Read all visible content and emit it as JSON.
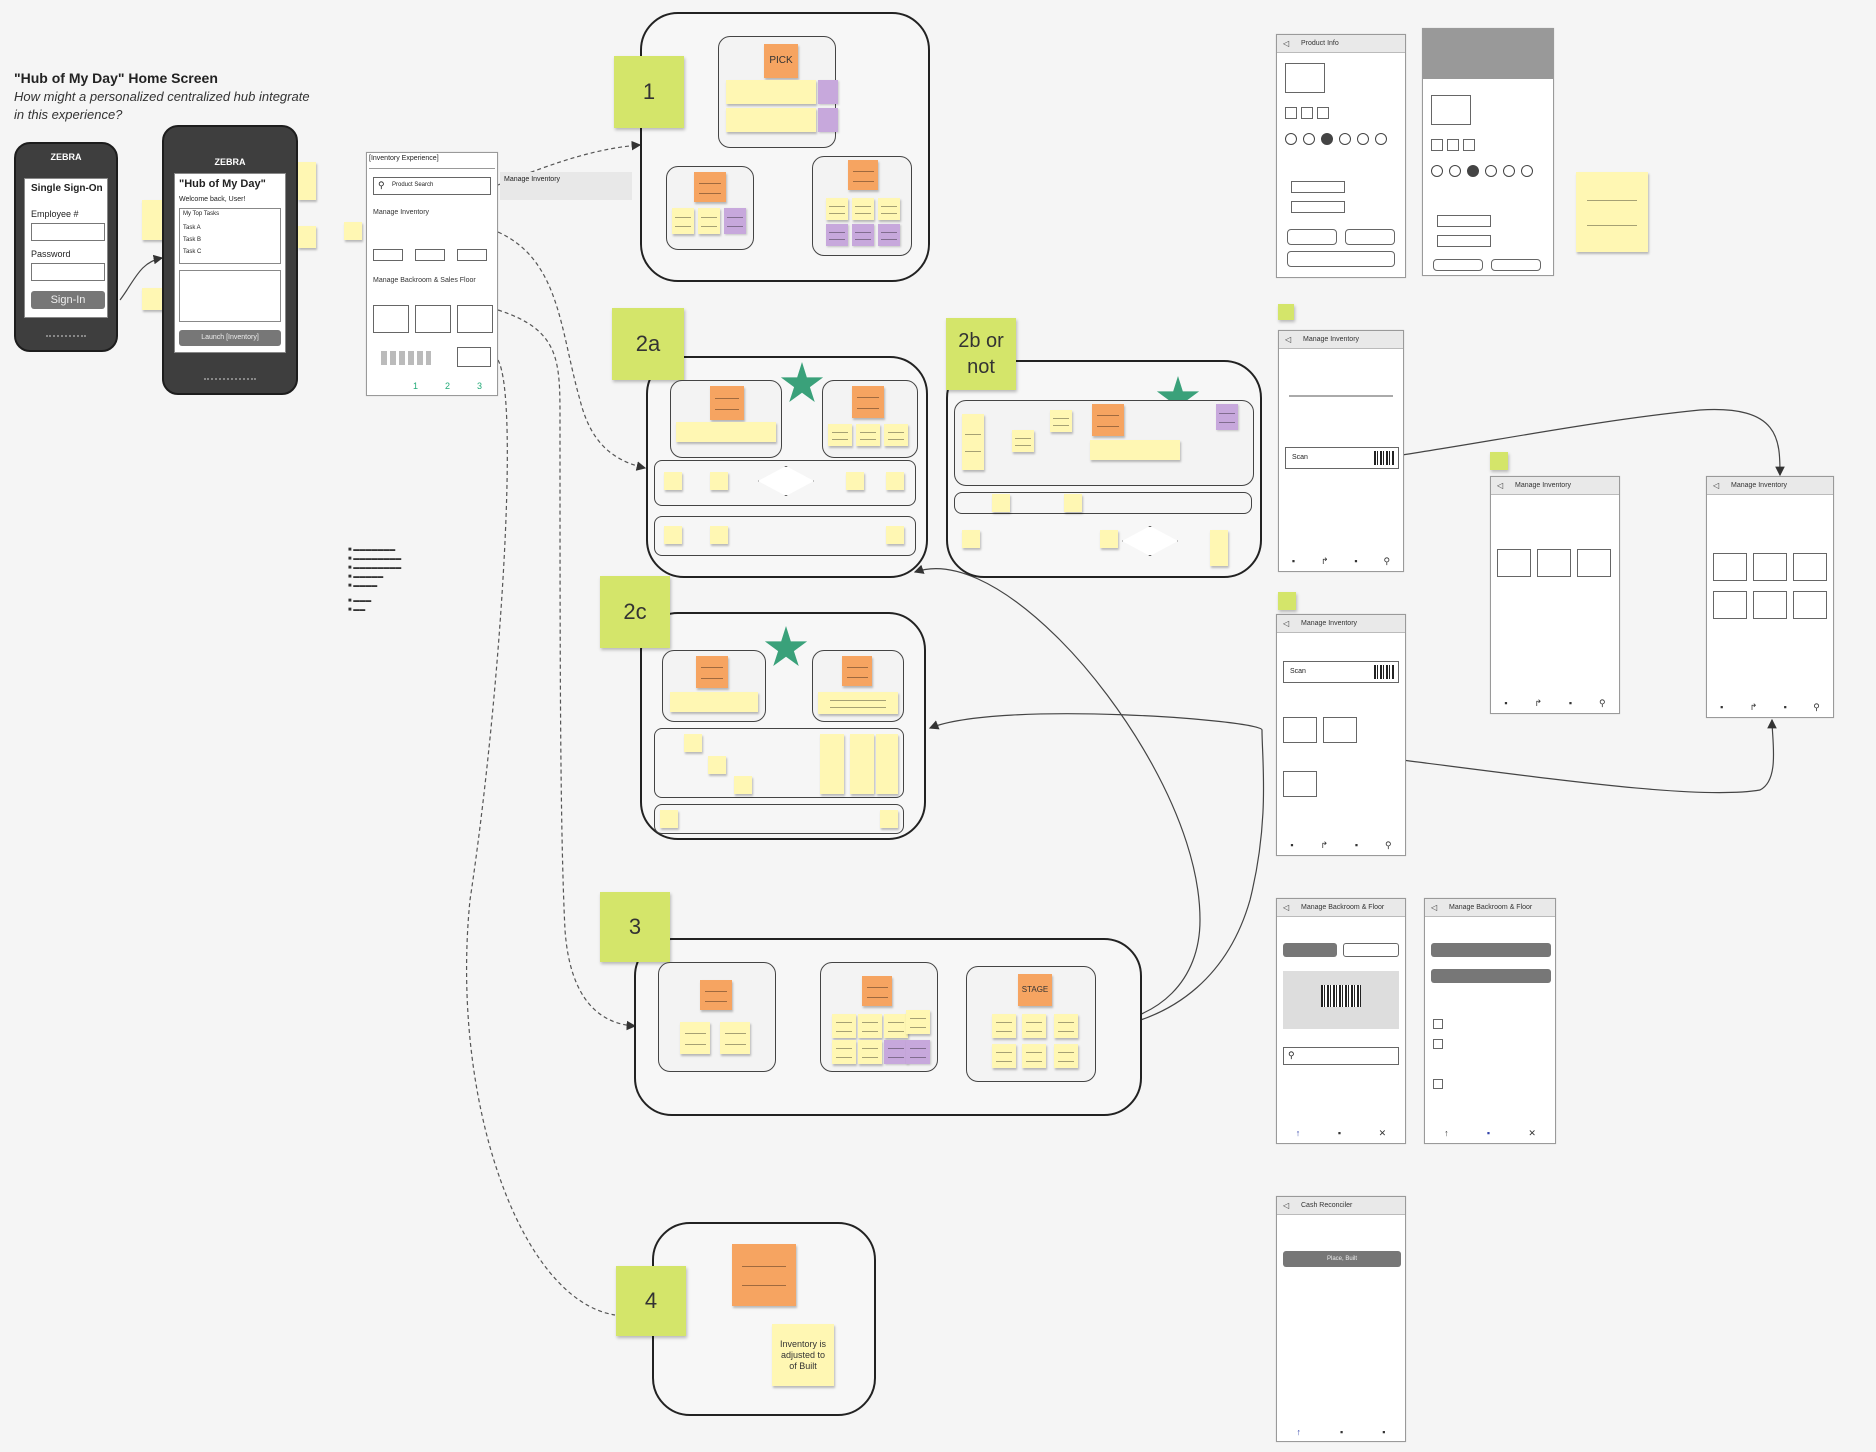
{
  "home": {
    "title": "\"Hub of My Day\" Home Screen",
    "subtitle": "How might a personalized centralized hub integrate in this experience?"
  },
  "signin_phone": {
    "brand": "ZEBRA",
    "header": "Single Sign-On",
    "employee_label": "Employee #",
    "password_label": "Password",
    "signin_button": "Sign-In"
  },
  "hub_phone": {
    "brand": "ZEBRA",
    "header": "\"Hub of My Day\"",
    "welcome": "Welcome back, User!",
    "tasks_header": "My Top Tasks",
    "tasks": [
      "Task A",
      "Task B",
      "Task C"
    ],
    "launch_button": "Launch [Inventory]"
  },
  "inventory_frame": {
    "title": "[Inventory Experience]",
    "search_placeholder": "Product Search",
    "side_note": "Manage Inventory",
    "section1": "Manage Inventory",
    "section2": "Manage Backroom & Sales Floor",
    "tabs": [
      "1",
      "2",
      "3"
    ]
  },
  "groups": {
    "g1": "1",
    "g2a": "2a",
    "g2b": "2b or\nnot",
    "g2c": "2c",
    "g3": "3",
    "g4": "4"
  },
  "notes": {
    "pick": "PICK",
    "stage": "STAGE",
    "inventory_adjusted": "Inventory is adjusted to of Built"
  },
  "wireframes": {
    "product_info": "Product Info",
    "manage_inventory": "Manage Inventory",
    "backroom_floor": "Manage Backroom & Floor",
    "cash_reconciler": "Cash Reconciler",
    "scan_label": "Scan",
    "place_button": "Place, Built"
  }
}
